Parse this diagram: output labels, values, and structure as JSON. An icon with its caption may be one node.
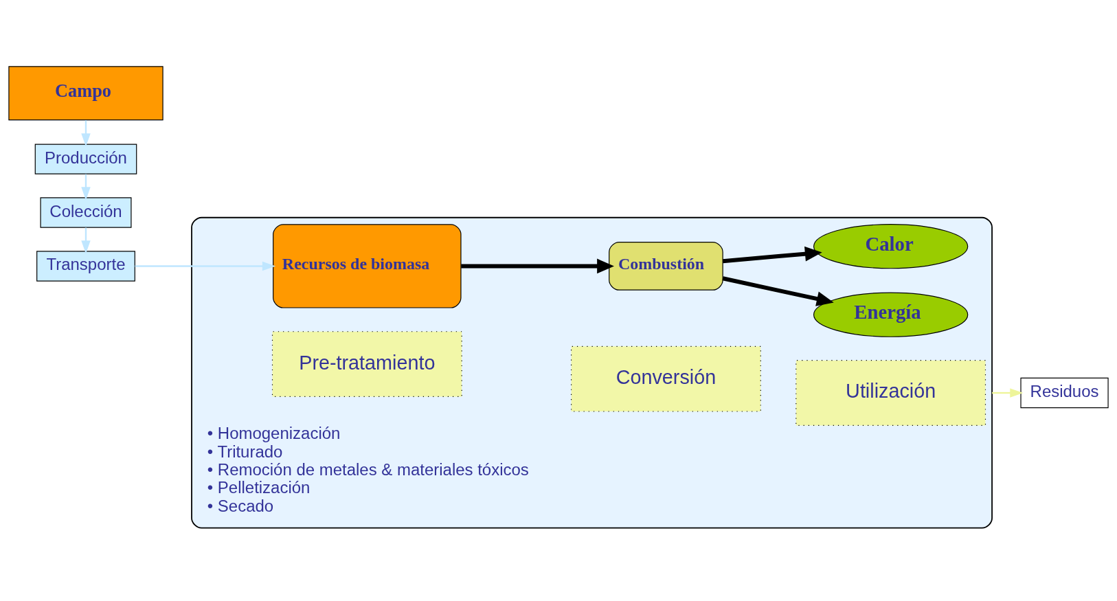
{
  "diagram": {
    "nodes": [
      {
        "text": [
          "Campo"
        ]
      },
      {
        "text": [
          "Producción"
        ]
      },
      {
        "text": [
          "Colección"
        ]
      },
      {
        "text": [
          "Transporte"
        ]
      },
      {
        "text": [],
        "shape": "box"
      },
      {
        "text": [
          "Pre-tratamiento"
        ],
        "in": 4
      },
      {
        "text": [
          "Conversión"
        ],
        "in": 4
      },
      {
        "text": [
          "Utilización"
        ],
        "in": 4
      },
      {
        "text": [
          "Recursos de biomasa"
        ],
        "in": 4
      },
      {
        "text": [
          "Combustión"
        ],
        "in": 4
      },
      {
        "text": [
          "Calor"
        ],
        "in": 4
      },
      {
        "text": [
          "Energía"
        ],
        "in": 4
      },
      {
        "text": [
          "Residuos"
        ]
      }
    ],
    "edges": [
      {
        "from": 0,
        "to": 1,
        "arrow": "to"
      },
      {
        "from": 1,
        "to": 2,
        "arrow": "to"
      },
      {
        "from": 2,
        "to": 3,
        "arrow": "to"
      },
      {
        "from": 3,
        "to": 8,
        "arrow": "to"
      },
      {
        "from": 8,
        "to": 9,
        "arrow": "to",
        "style": "thick",
        "color": "#000000"
      },
      {
        "from": 9,
        "to": 10,
        "arrow": "to",
        "style": "thick",
        "color": "#000000"
      },
      {
        "from": 9,
        "to": 11,
        "arrow": "to",
        "style": "thick",
        "color": "#000000"
      },
      {
        "from": 4,
        "to": 12,
        "arrow": "to",
        "color": "#eef59a"
      }
    ],
    "labels": [
      "• Homogenización",
      "• Triturado",
      "• Remoción de metales & materiales tóxicos",
      "• Pelletización",
      "• Secado"
    ]
  }
}
